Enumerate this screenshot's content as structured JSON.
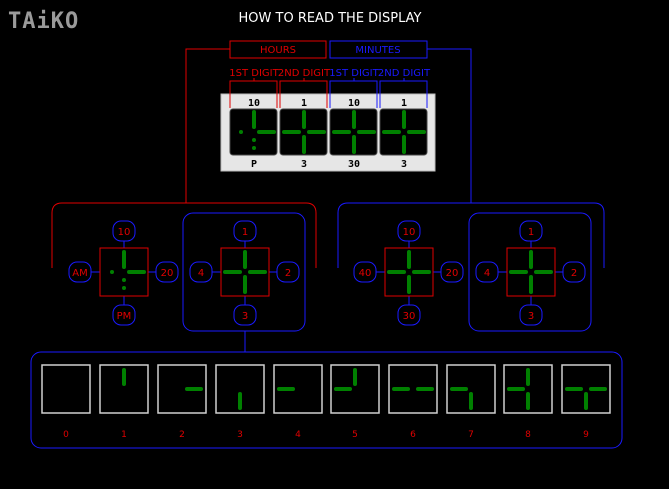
{
  "logo": "TAiKO",
  "title": "HOW TO READ THE DISPLAY",
  "header": {
    "hours": "HOURS",
    "minutes": "MINUTES"
  },
  "digit_labels": [
    "1ST DIGIT",
    "2ND DIGIT",
    "1ST DIGIT",
    "2ND DIGIT"
  ],
  "panel": {
    "top_labels": [
      "10",
      "1",
      "10",
      "1"
    ],
    "bottom_labels": [
      "P",
      "3",
      "30",
      "3"
    ]
  },
  "hours_first": {
    "top": "10",
    "left": "AM",
    "right": "20",
    "bottom": "PM"
  },
  "hours_second": {
    "top": "1",
    "left": "4",
    "right": "2",
    "bottom": "3"
  },
  "minutes_first": {
    "top": "10",
    "left": "40",
    "right": "20",
    "bottom": "30"
  },
  "minutes_second": {
    "top": "1",
    "left": "4",
    "right": "2",
    "bottom": "3"
  },
  "legend": [
    {
      "label": "0",
      "segments": []
    },
    {
      "label": "1",
      "segments": [
        "top"
      ]
    },
    {
      "label": "2",
      "segments": [
        "right"
      ]
    },
    {
      "label": "3",
      "segments": [
        "bottom"
      ]
    },
    {
      "label": "4",
      "segments": [
        "left"
      ]
    },
    {
      "label": "5",
      "segments": [
        "top",
        "left"
      ]
    },
    {
      "label": "6",
      "segments": [
        "left",
        "right"
      ]
    },
    {
      "label": "7",
      "segments": [
        "left",
        "bottom"
      ]
    },
    {
      "label": "8",
      "segments": [
        "top",
        "left",
        "bottom"
      ]
    },
    {
      "label": "9",
      "segments": [
        "left",
        "right",
        "bottom"
      ]
    }
  ],
  "colors": {
    "hours": "#e00000",
    "minutes": "#1a1aff",
    "segment": "#008000",
    "panel": "#e6e6e6"
  }
}
